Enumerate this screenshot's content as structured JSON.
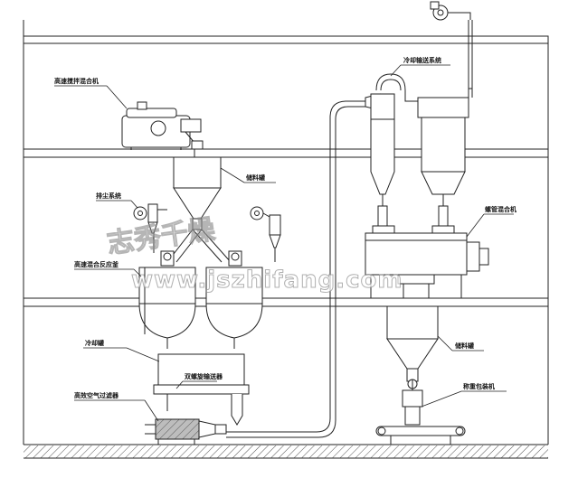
{
  "labels": {
    "high_speed_mixer": "高速搅拌混合机",
    "cooling_conveying": "冷却输送系统",
    "storage_hopper_top": "储料罐",
    "dust_removal": "排尘系统",
    "vertical_mixer": "螺管混合机",
    "high_speed_reactor": "高速混合反应釜",
    "cooling_tank": "冷却罐",
    "storage_hopper_bottom": "储料罐",
    "air_filter": "高效空气过滤器",
    "screw_conveyor": "双螺旋输送器",
    "packing_machine": "称重包装机"
  },
  "watermark": {
    "brand": "志秀千燥",
    "url": "www.jszhifang.com"
  },
  "colors": {
    "line": "#222222",
    "fill": "#ffffff",
    "hatch": "#555555"
  }
}
